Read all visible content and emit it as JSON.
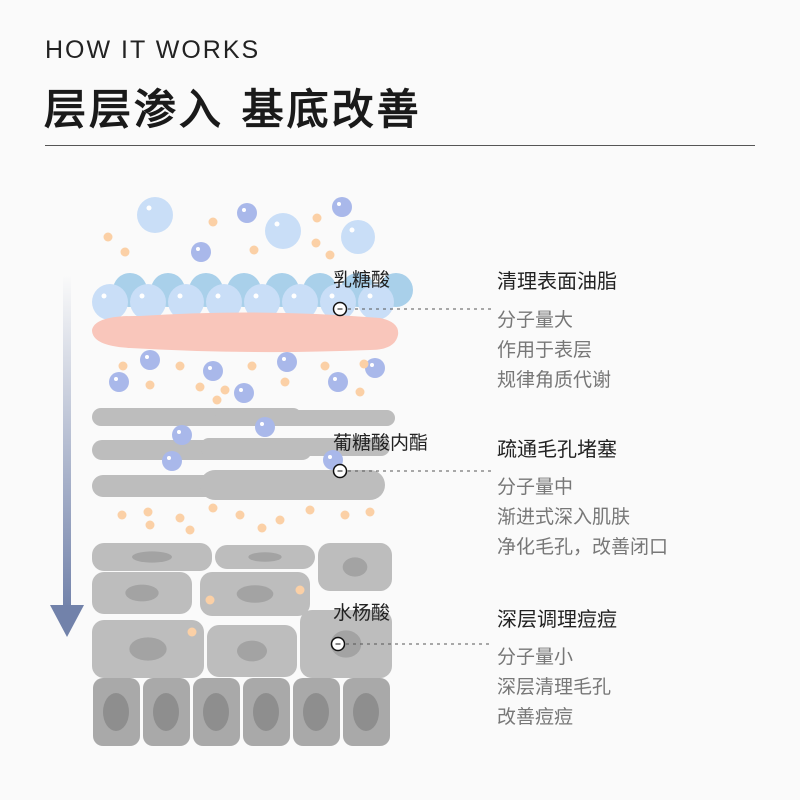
{
  "header": {
    "kicker": "HOW IT WORKS",
    "title": "层层渗入 基底改善"
  },
  "layers": [
    {
      "ingredient": "乳糖酸",
      "benefit": "清理表面油脂",
      "details": [
        "分子量大",
        "作用于表层",
        "规律角质代谢"
      ]
    },
    {
      "ingredient": "葡糖酸内酯",
      "benefit": "疏通毛孔堵塞",
      "details": [
        "分子量中",
        "渐进式深入肌肤",
        "净化毛孔，改善闭口"
      ]
    },
    {
      "ingredient": "水杨酸",
      "benefit": "深层调理痘痘",
      "details": [
        "分子量小",
        "深层清理毛孔",
        "改善痘痘"
      ]
    }
  ],
  "colors": {
    "arrow": "#7282aa",
    "bubble": "#c9def7",
    "molecule": "#a9b8ea",
    "lipid": "#f9c6bb",
    "cell": "#bdbdbd",
    "dot": "#fbd0a6"
  }
}
